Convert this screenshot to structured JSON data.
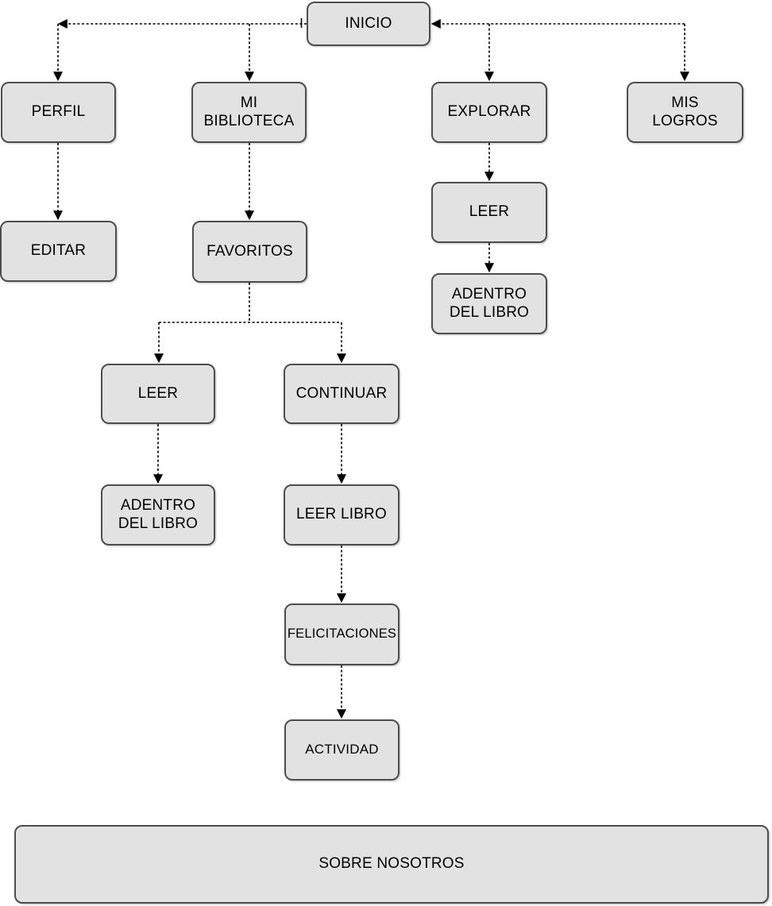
{
  "colors": {
    "background": "#ffffff",
    "node_fill": "#e2e2e2",
    "node_border": "#4d4d4d",
    "connector": "#000000",
    "label_text": "#000000"
  },
  "diagram": {
    "nodes": {
      "inicio": {
        "label": "INICIO"
      },
      "perfil": {
        "label": "PERFIL"
      },
      "mi_biblioteca": {
        "label": "MI\nBIBLIOTECA"
      },
      "explorar": {
        "label": "EXPLORAR"
      },
      "mis_logros": {
        "label": "MIS\nLOGROS"
      },
      "editar": {
        "label": "EDITAR"
      },
      "favoritos": {
        "label": "FAVORITOS"
      },
      "explorar_leer": {
        "label": "LEER"
      },
      "explorar_adentro_del_libro": {
        "label": "ADENTRO\nDEL LIBRO"
      },
      "favoritos_leer": {
        "label": "LEER"
      },
      "continuar": {
        "label": "CONTINUAR"
      },
      "favoritos_adentro_del_libro": {
        "label": "ADENTRO\nDEL LIBRO"
      },
      "leer_libro": {
        "label": "LEER LIBRO"
      },
      "felicitaciones": {
        "label": "FELICITACIONES"
      },
      "actividad": {
        "label": "ACTIVIDAD"
      },
      "sobre_nosotros": {
        "label": "SOBRE NOSOTROS"
      }
    },
    "edges": [
      {
        "from": "inicio",
        "to": "perfil"
      },
      {
        "from": "inicio",
        "to": "mi_biblioteca"
      },
      {
        "from": "inicio",
        "to": "explorar"
      },
      {
        "from": "inicio",
        "to": "mis_logros"
      },
      {
        "from": "perfil",
        "to": "editar"
      },
      {
        "from": "mi_biblioteca",
        "to": "favoritos"
      },
      {
        "from": "explorar",
        "to": "explorar_leer"
      },
      {
        "from": "explorar_leer",
        "to": "explorar_adentro_del_libro"
      },
      {
        "from": "favoritos",
        "to": "favoritos_leer"
      },
      {
        "from": "favoritos",
        "to": "continuar"
      },
      {
        "from": "favoritos_leer",
        "to": "favoritos_adentro_del_libro"
      },
      {
        "from": "continuar",
        "to": "leer_libro"
      },
      {
        "from": "leer_libro",
        "to": "felicitaciones"
      },
      {
        "from": "felicitaciones",
        "to": "actividad"
      }
    ]
  }
}
